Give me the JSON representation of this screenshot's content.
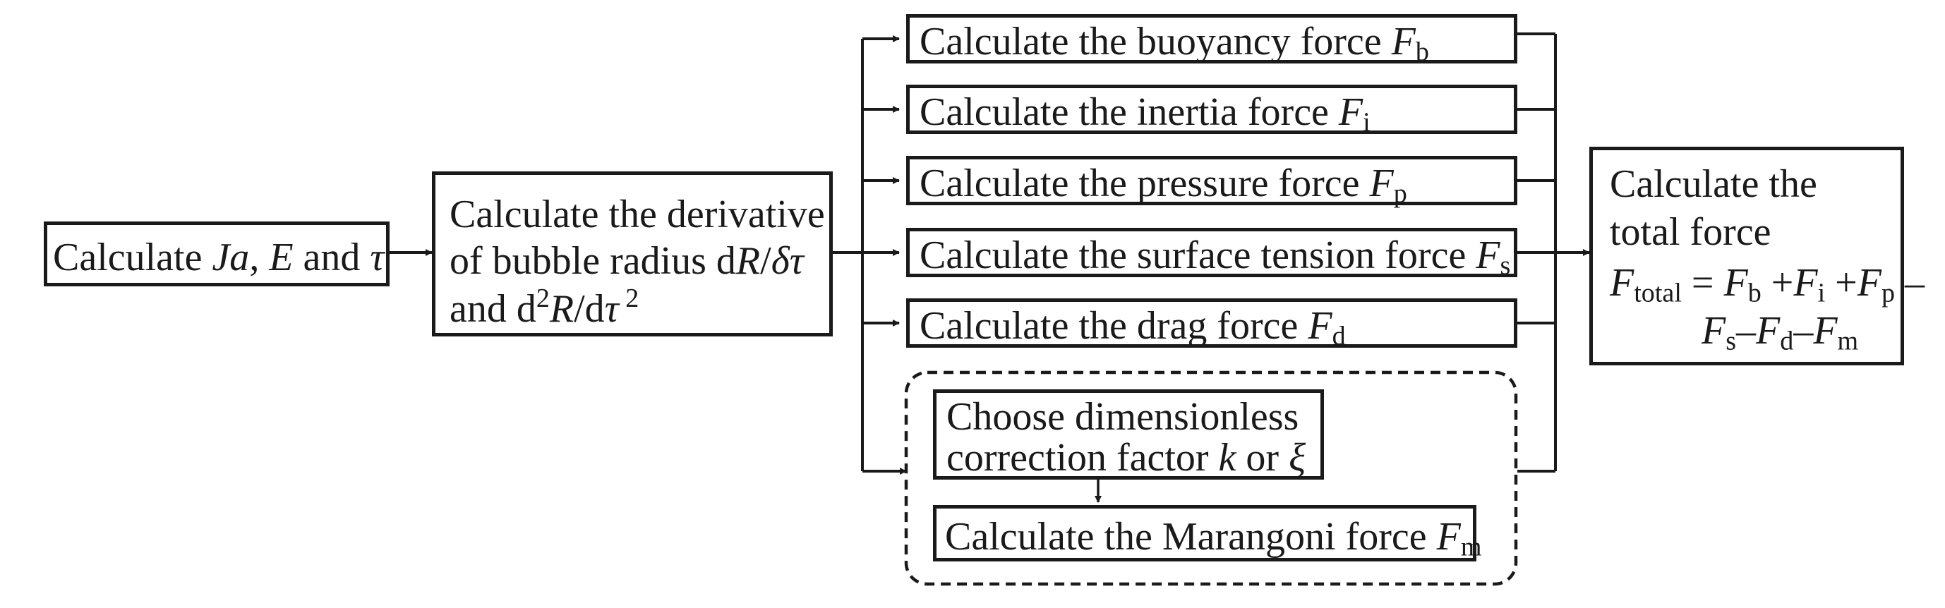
{
  "step1": {
    "prefix": "Calculate ",
    "ja": "Ja",
    "comma": ", ",
    "e": "E",
    "and": " and ",
    "tau": "τ"
  },
  "step2": {
    "line1": "Calculate the derivative",
    "line2_prefix": "of bubble radius d",
    "r1": "R",
    "line2_mid": "/",
    "delta_tau": "δτ",
    "line3_prefix": "and d",
    "sup2a": "2",
    "r2": "R",
    "line3_mid": "/d",
    "tau2": "τ",
    "sup2b": " 2"
  },
  "forces": [
    {
      "label": "Calculate the buoyancy force ",
      "symbol": "F",
      "sub": "b"
    },
    {
      "label": "Calculate the inertia force ",
      "symbol": "F",
      "sub": "i"
    },
    {
      "label": "Calculate the pressure force ",
      "symbol": "F",
      "sub": "p"
    },
    {
      "label": "Calculate the surface tension force ",
      "symbol": "F",
      "sub": "s"
    },
    {
      "label": "Calculate the drag force ",
      "symbol": "F",
      "sub": "d"
    }
  ],
  "marangoni": {
    "choose_line1": "Choose dimensionless",
    "choose_line2_prefix": "correction factor ",
    "k": "k",
    "or": " or ",
    "xi": "ξ",
    "calc_label": "Calculate the Marangoni force ",
    "symbol": "F",
    "sub": "m"
  },
  "total": {
    "line1": "Calculate the",
    "line2": "total force",
    "F": "F",
    "total_sub": "total",
    "eq": " = ",
    "terms1": [
      {
        "sym": "F",
        "sub": "b",
        "op": " +"
      },
      {
        "sym": "F",
        "sub": "i",
        "op": " +"
      },
      {
        "sym": "F",
        "sub": "p",
        "op": " –"
      }
    ],
    "terms2": [
      {
        "sym": "F",
        "sub": "s",
        "op": "–"
      },
      {
        "sym": "F",
        "sub": "d",
        "op": "–"
      },
      {
        "sym": "F",
        "sub": "m",
        "op": ""
      }
    ]
  },
  "colors": {
    "ink": "#1a1a1a",
    "background": "#ffffff"
  }
}
